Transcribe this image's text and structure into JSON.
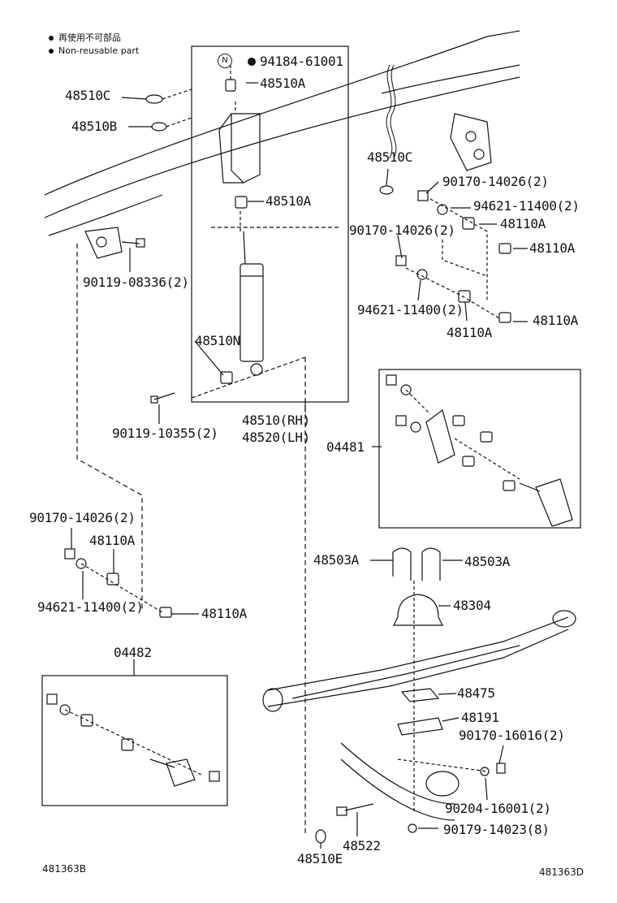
{
  "legend": {
    "jp": "再使用不可部品",
    "en": "Non-reusable part"
  },
  "shock_box": {
    "n_mark": "N",
    "bolt_94184": "94184-61001",
    "bushing_top": "48510A",
    "bushing_mid": "48510A",
    "bushing_bot": "48510N",
    "part_rh": "48510(RH)",
    "part_lh": "48520(LH)"
  },
  "labels": {
    "c_48510C_left": "48510C",
    "c_48510B": "48510B",
    "c_48510C_right": "48510C",
    "bolt_08336": "90119-08336(2)",
    "bolt_10355": "90119-10355(2)",
    "nut_14026_a": "90170-14026(2)",
    "washer_11400_a": "94621-11400(2)",
    "bush_48110A_a": "48110A",
    "bush_48110A_b": "48110A",
    "nut_14026_b": "90170-14026(2)",
    "washer_11400_b": "94621-11400(2)",
    "bush_48110A_c": "48110A",
    "bush_48110A_d": "48110A",
    "kit_04481": "04481",
    "nut_14026_c": "90170-14026(2)",
    "bush_48110A_e": "48110A",
    "washer_11400_c": "94621-11400(2)",
    "bush_48110A_f": "48110A",
    "kit_04482": "04482",
    "ubolt_left": "48503A",
    "ubolt_right": "48503A",
    "bumper_48304": "48304",
    "pad_48475": "48475",
    "plate_48191": "48191",
    "nut_16016": "90170-16016(2)",
    "washer_16001": "90204-16001(2)",
    "nut_14023": "90179-14023(8)",
    "stud_48522": "48522",
    "washer_48510E": "48510E"
  },
  "codes": {
    "left": "481363B",
    "right": "481363D"
  },
  "colors": {
    "ink": "#111111",
    "paper": "#ffffff"
  }
}
